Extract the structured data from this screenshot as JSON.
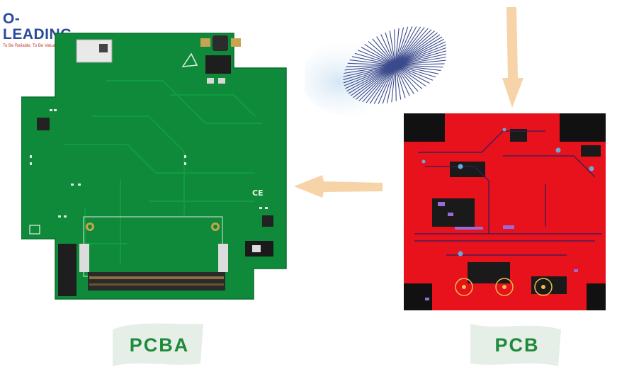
{
  "logo": {
    "brand": "O-LEADING",
    "tagline": "To Be Reliable, To Be Valuable"
  },
  "labels": {
    "pcba": "PCBA",
    "pcb": "PCB"
  },
  "colors": {
    "pcba_green": "#0e8a3a",
    "pcb_red": "#e8121d",
    "arrow": "#f7d3a8",
    "flag_bg": "#e6eee8",
    "label_green": "#1f8a3a",
    "logo_blue": "#2a4a9a"
  }
}
